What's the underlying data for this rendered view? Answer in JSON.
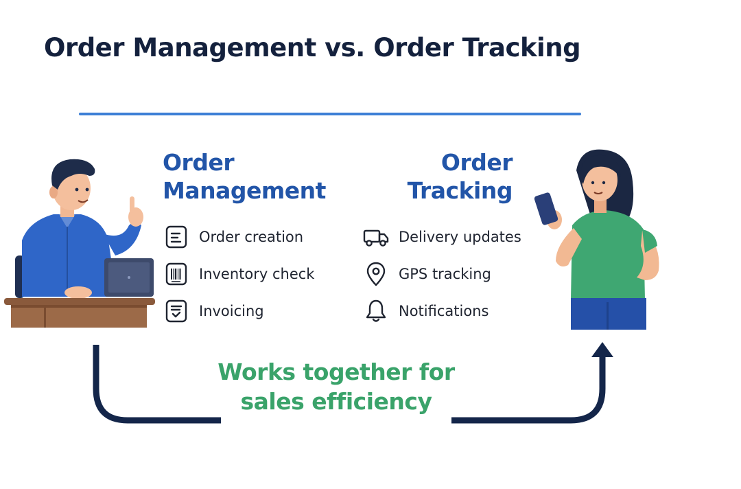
{
  "title": "Order Management vs. Order Tracking",
  "colors": {
    "title": "#14213d",
    "heading": "#2255a8",
    "divider": "#3d7fd6",
    "tagline": "#3aa36a",
    "arrow": "#14264a",
    "shirt_left": "#2f66c8",
    "shirt_right": "#3fa772",
    "desk": "#8a5a3c"
  },
  "management": {
    "heading_line1": "Order",
    "heading_line2": "Management",
    "items": [
      {
        "label": "Order creation",
        "icon": "document-lines-icon"
      },
      {
        "label": "Inventory check",
        "icon": "barcode-icon"
      },
      {
        "label": "Invoicing",
        "icon": "invoice-check-icon"
      }
    ]
  },
  "tracking": {
    "heading_line1": "Order",
    "heading_line2": "Tracking",
    "items": [
      {
        "label": "Delivery updates",
        "icon": "delivery-truck-icon"
      },
      {
        "label": "GPS tracking",
        "icon": "map-pin-icon"
      },
      {
        "label": "Notifications",
        "icon": "bell-icon"
      }
    ]
  },
  "tagline": {
    "line1": "Works together for",
    "line2": "sales efficiency"
  },
  "illustrations": {
    "left": "man-at-desk-with-laptop",
    "right": "woman-holding-phone"
  }
}
